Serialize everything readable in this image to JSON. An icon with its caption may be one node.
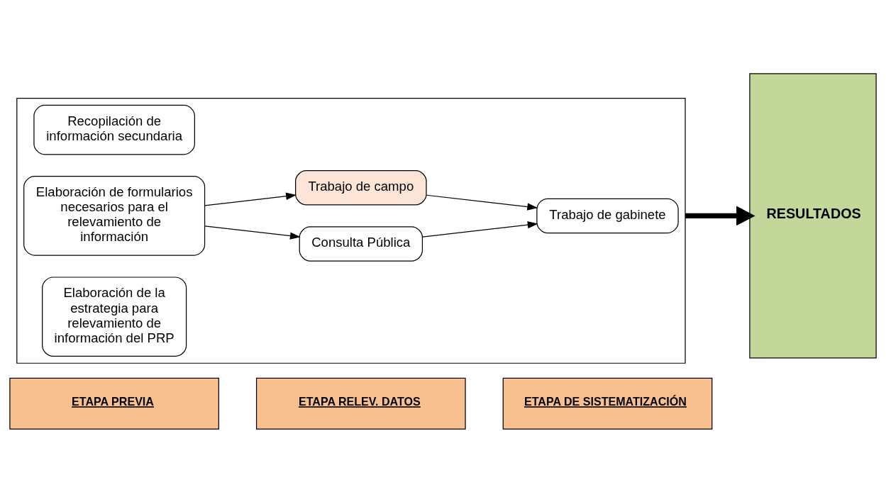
{
  "diagram": {
    "nodes": [
      {
        "text": [
          "ETAPA PREVIA"
        ]
      },
      {
        "text": [
          "ETAPA RELEV. DATOS"
        ]
      },
      {
        "text": [
          "ETAPA DE SISTEMATIZACIÓN"
        ]
      },
      {
        "text": [],
        "shape": "box"
      },
      {
        "text": [
          "Recopilación de información secundaria"
        ],
        "in": 3
      },
      {
        "text": [
          "Elaboración de formularios necesarios para el relevamiento de información"
        ],
        "in": 3
      },
      {
        "text": [
          "Elaboración de la estrategia para relevamiento de información del PRP"
        ],
        "in": 3
      },
      {
        "text": [
          "Consulta Pública"
        ],
        "in": 3
      },
      {
        "text": [
          "Trabajo de campo"
        ],
        "in": 3
      },
      {
        "text": [
          "Trabajo de gabinete"
        ],
        "in": 3
      },
      {
        "text": [
          "RESULTADOS"
        ]
      }
    ],
    "edges": [
      {
        "from": 5,
        "to": 7,
        "arrow": "to"
      },
      {
        "from": 5,
        "to": 8,
        "arrow": "to"
      },
      {
        "from": 7,
        "to": 9,
        "arrow": "to"
      },
      {
        "from": 8,
        "to": 9,
        "arrow": "to"
      },
      {
        "from": 3,
        "to": 10,
        "arrow": "to",
        "style": "thick"
      }
    ]
  }
}
